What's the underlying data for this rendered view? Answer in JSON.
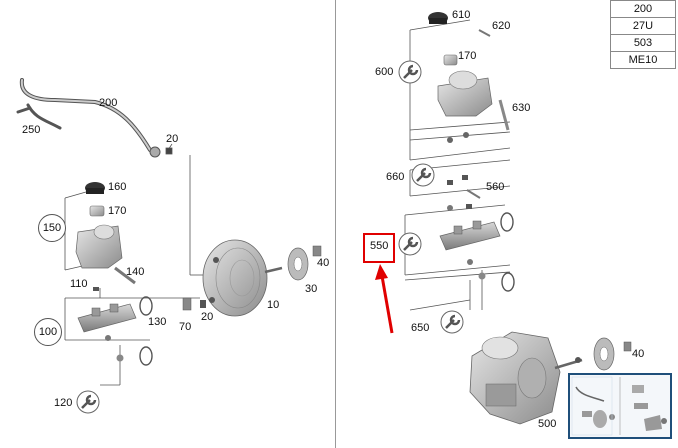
{
  "info_table": [
    "200",
    "27U",
    "503",
    "ME10"
  ],
  "part_labels": {
    "p200_top": "200",
    "p250": "250",
    "p20_top": "20",
    "p160": "160",
    "p150": "150",
    "p170_left": "170",
    "p140": "140",
    "p110": "110",
    "p100": "100",
    "p130": "130",
    "p70": "70",
    "p20_bottom": "20",
    "p10": "10",
    "p30": "30",
    "p40_left": "40",
    "p120": "120",
    "p610": "610",
    "p620": "620",
    "p600": "600",
    "p170_right": "170",
    "p630": "630",
    "p660": "660",
    "p560": "560",
    "p550": "550",
    "p650": "650",
    "p500": "500",
    "p40_right": "40"
  },
  "colors": {
    "highlight": "#e00000",
    "arrow": "#e00000",
    "thumbnail_border": "#1f4f7a"
  },
  "icons": [
    "wrench-icon"
  ]
}
